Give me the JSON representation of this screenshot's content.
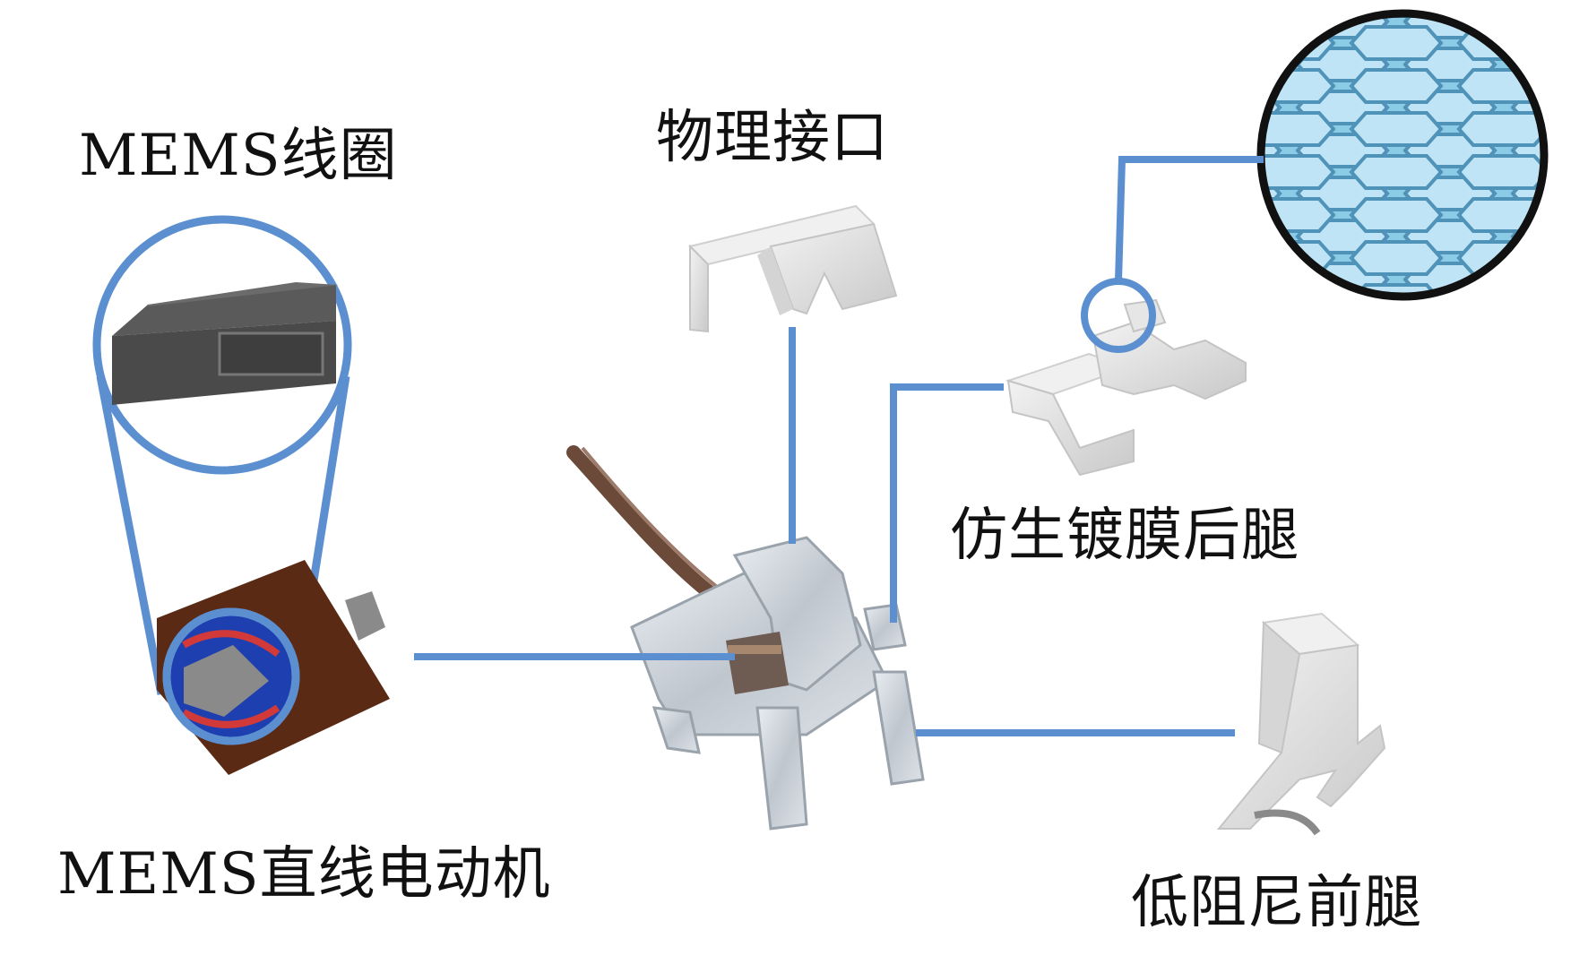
{
  "labels": {
    "mems_coil": "MEMS线圈",
    "mems_linear_motor": "MEMS直线电动机",
    "physical_interface": "物理接口",
    "bionic_coated_hind_leg": "仿生镀膜后腿",
    "low_damping_front_leg": "低阻尼前腿"
  },
  "colors": {
    "leader_line": "#5B8FD0",
    "coil_body": "#4d4d4d",
    "motor_body": "#5a2a14",
    "part_gray": "#dcdcdc",
    "hex_film": "#9fd0ea",
    "magnify_ring": "#111111"
  }
}
